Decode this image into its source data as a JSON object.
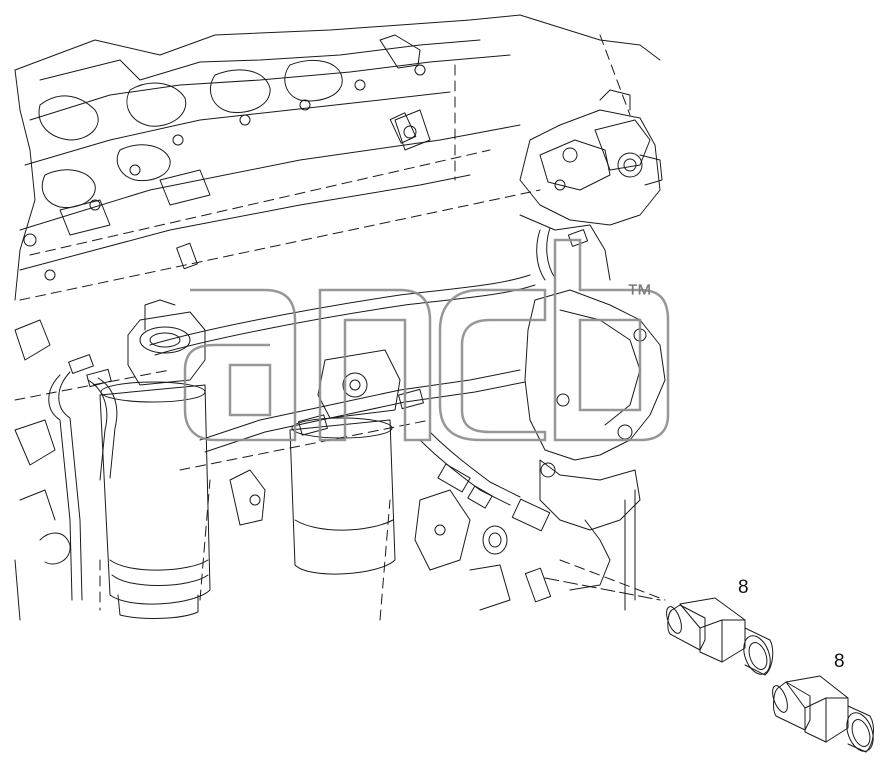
{
  "header_mark": "",
  "watermark": {
    "text": "ancb",
    "trademark": "™"
  },
  "callouts": [
    "8",
    "8"
  ],
  "colors": {
    "line": "#1a1a1a",
    "watermark": "#8c8c8c",
    "background": "#ffffff"
  }
}
